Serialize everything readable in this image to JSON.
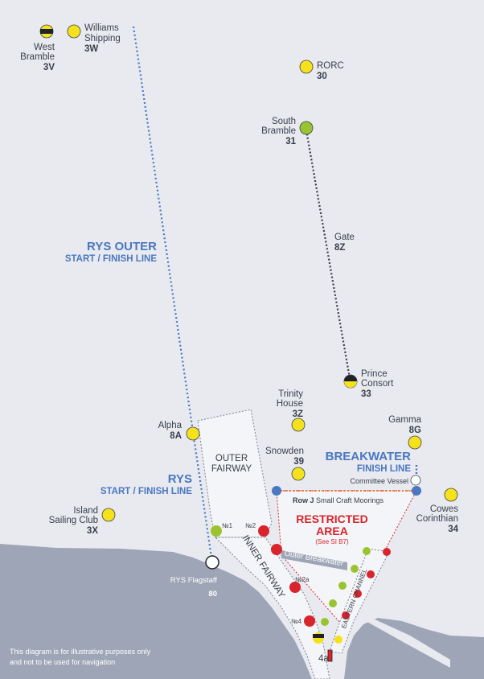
{
  "buoys": {
    "west_bramble": {
      "name_line1": "West",
      "name_line2": "Bramble",
      "code": "3V"
    },
    "williams": {
      "name_line1": "Williams",
      "name_line2": "Shipping",
      "code": "3W"
    },
    "rorc": {
      "name": "RORC",
      "code": "30"
    },
    "south_bramble": {
      "name_line1": "South",
      "name_line2": "Bramble",
      "code": "31"
    },
    "gate": {
      "name": "Gate",
      "code": "8Z"
    },
    "prince_consort": {
      "name_line1": "Prince",
      "name_line2": "Consort",
      "code": "33"
    },
    "trinity_house": {
      "name_line1": "Trinity",
      "name_line2": "House",
      "code": "3Z"
    },
    "gamma": {
      "name": "Gamma",
      "code": "8G"
    },
    "alpha": {
      "name": "Alpha",
      "code": "8A"
    },
    "snowden": {
      "name": "Snowden",
      "code": "39"
    },
    "cowes_corinthian": {
      "name_line1": "Cowes",
      "name_line2": "Corinthian",
      "code": "34"
    },
    "island_sailing": {
      "name_line1": "Island",
      "name_line2": "Sailing Club",
      "code": "3X"
    },
    "rys_flagstaff": {
      "name": "RYS Flagstaff",
      "code": "80"
    }
  },
  "lines": {
    "rys_outer_title": "RYS OUTER",
    "rys_outer_sub": "START / FINISH LINE",
    "rys_title": "RYS",
    "rys_sub": "START / FINISH LINE",
    "breakwater_title": "BREAKWATER",
    "breakwater_sub": "FINISH LINE",
    "committee_vessel": "Committee Vessel",
    "row_j_bold": "Row J",
    "row_j_rest": " Small Craft Moorings"
  },
  "areas": {
    "outer_fairway_line1": "OUTER",
    "outer_fairway_line2": "FAIRWAY",
    "inner_fairway": "INNER FAIRWAY",
    "eastern_channel": "EASTERN CHANNEL",
    "outer_breakwater": "Outer Breakwater",
    "restricted_line1": "RESTRICTED",
    "restricted_line2": "AREA",
    "restricted_note": "(See SI B7)"
  },
  "marks": {
    "no1": "№1",
    "no2": "№2",
    "no2a": "№2a",
    "no4": "№4",
    "m4a": "4a"
  },
  "disclaimer": {
    "line1": "This diagram is for illustrative purposes only",
    "line2": "and not to be used for navigation"
  },
  "colors": {
    "sea": "#e8eaf0",
    "land": "#9ea5b6",
    "fairway": "#f4f5f8",
    "blue": "#4a77c0",
    "red": "#d8242a",
    "yellow": "#f5e11c",
    "green": "#9ac42f",
    "orange": "#e8762a"
  }
}
